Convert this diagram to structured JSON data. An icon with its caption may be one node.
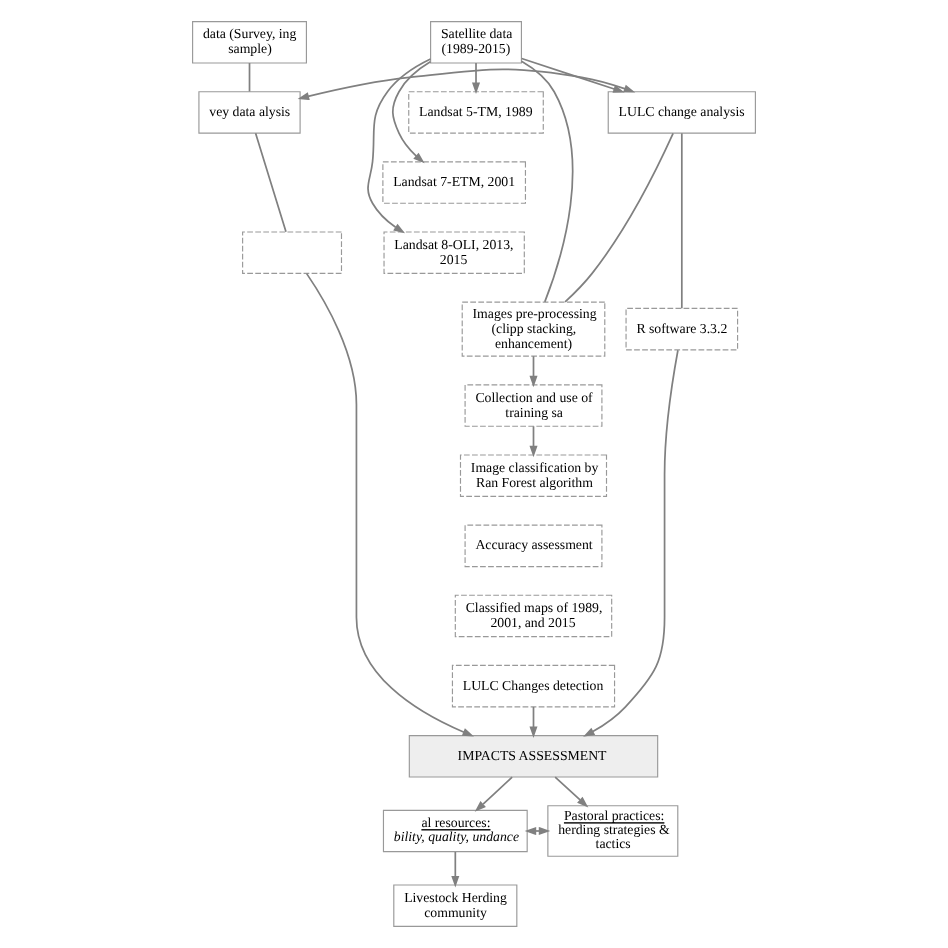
{
  "diagram": {
    "nodes": [
      {
        "text": [
          "data (Survey, ing sample)"
        ]
      },
      {
        "text": [
          "Satellite data (1989-2015)"
        ]
      },
      {
        "text": [
          "Landsat 5-TM, 1989"
        ]
      },
      {
        "text": [
          "Landsat 7-ETM, 2001"
        ]
      },
      {
        "text": [
          "Landsat 8-OLI, 2013, 2015"
        ]
      },
      {
        "text": [
          "vey data alysis"
        ]
      },
      {
        "text": [
          "LULC change analysis"
        ]
      },
      {
        "text": [
          "Images pre-processing (clipp stacking, enhancement)"
        ]
      },
      {
        "text": [
          "Collection and use of training sa"
        ]
      },
      {
        "text": [],
        "shape": "box"
      },
      {
        "text": [
          "R software 3.3.2"
        ]
      },
      {
        "text": [
          "Image classification by Ran Forest algorithm"
        ]
      },
      {
        "text": [
          "Accuracy assessment"
        ]
      },
      {
        "text": [
          "Classified maps of 1989, 2001, and 2015"
        ]
      },
      {
        "text": [
          "LULC Changes detection"
        ]
      },
      {
        "text": [
          "IMPACTS ASSESSMENT"
        ]
      },
      {
        "text": [
          "al resources:",
          "bility, quality, undance"
        ]
      },
      {
        "text": [
          "Pastoral practices:",
          "herding strategies & tactics"
        ]
      },
      {
        "text": [
          "Livestock Herding community"
        ]
      }
    ],
    "edges": [
      {
        "from": 0,
        "to": 5,
        "arrow": "none"
      },
      {
        "from": 1,
        "to": 6,
        "arrow": "to"
      },
      {
        "from": 5,
        "to": 6,
        "arrow": "both"
      },
      {
        "from": 1,
        "to": 2,
        "arrow": "to"
      },
      {
        "from": 1,
        "to": 3,
        "arrow": "to"
      },
      {
        "from": 1,
        "to": 4,
        "arrow": "to"
      },
      {
        "from": 1,
        "to": 7,
        "arrow": "none"
      },
      {
        "from": 6,
        "to": 7,
        "arrow": "none"
      },
      {
        "from": 7,
        "to": 8,
        "arrow": "to"
      },
      {
        "from": 8,
        "to": 11,
        "arrow": "to"
      },
      {
        "from": 5,
        "to": 9,
        "arrow": "none"
      },
      {
        "from": 6,
        "to": 10,
        "arrow": "none"
      },
      {
        "from": 9,
        "to": 15,
        "arrow": "to"
      },
      {
        "from": 10,
        "to": 15,
        "arrow": "to"
      },
      {
        "from": 14,
        "to": 15,
        "arrow": "to"
      },
      {
        "from": 15,
        "to": 16,
        "arrow": "to"
      },
      {
        "from": 15,
        "to": 17,
        "arrow": "to"
      },
      {
        "from": 16,
        "to": 17,
        "arrow": "both"
      },
      {
        "from": 16,
        "to": 18,
        "arrow": "to"
      }
    ]
  }
}
